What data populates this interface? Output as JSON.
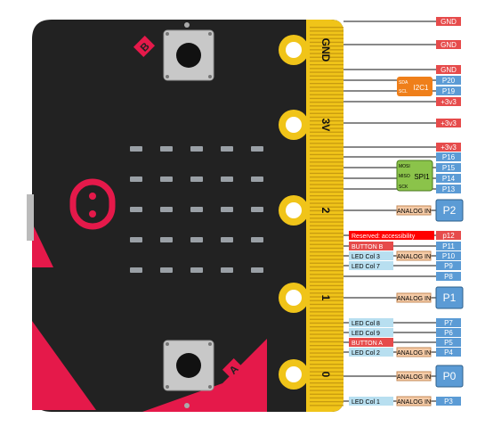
{
  "board": {
    "colors": {
      "board": "#222222",
      "edge_gold": "#f0c419",
      "accent_red": "#e5194a",
      "led": "#9aa0a6",
      "pin_label_bg": "#e64b4b",
      "pin_box_bg": "#5b9bd5",
      "analog_bg": "#f5cba7",
      "led_col_bg": "#b8dff0",
      "reserved_bg": "#ff0000",
      "i2c_bg": "#ef7f1a",
      "spi_bg": "#8bc34a"
    },
    "button_a": "A",
    "button_b": "B",
    "pad_labels": [
      "GND",
      "3V",
      "2",
      "1",
      "0"
    ]
  },
  "pins": {
    "gnd_1": "GND",
    "gnd_2": "GND",
    "gnd_3": "GND",
    "p20": "P20",
    "p19": "P19",
    "v3_1": "+3v3",
    "v3_2": "+3v3",
    "v3_3": "+3v3",
    "p16": "P16",
    "p15": "P15",
    "p14": "P14",
    "p13": "P13",
    "p2": "P2",
    "p12": "p12",
    "p11": "P11",
    "p10": "P10",
    "p9": "P9",
    "p8": "P8",
    "p1": "P1",
    "p7": "P7",
    "p6": "P6",
    "p5": "P5",
    "p4": "P4",
    "p0": "P0",
    "p3": "P3"
  },
  "functions": {
    "i2c": "I2C1",
    "sda": "SDA",
    "scl": "SCL",
    "spi": "SPI1",
    "mosi": "MOSI",
    "miso": "MISO",
    "sck": "SCK",
    "analog_in": "ANALOG IN",
    "reserved": "Reserved: accessibility",
    "button_b": "BUTTON B",
    "button_a": "BUTTON A",
    "led_col_3": "LED Col 3",
    "led_col_7": "LED Col 7",
    "led_col_8": "LED Col 8",
    "led_col_9": "LED Col 9",
    "led_col_2": "LED Col 2",
    "led_col_1": "LED Col 1"
  }
}
